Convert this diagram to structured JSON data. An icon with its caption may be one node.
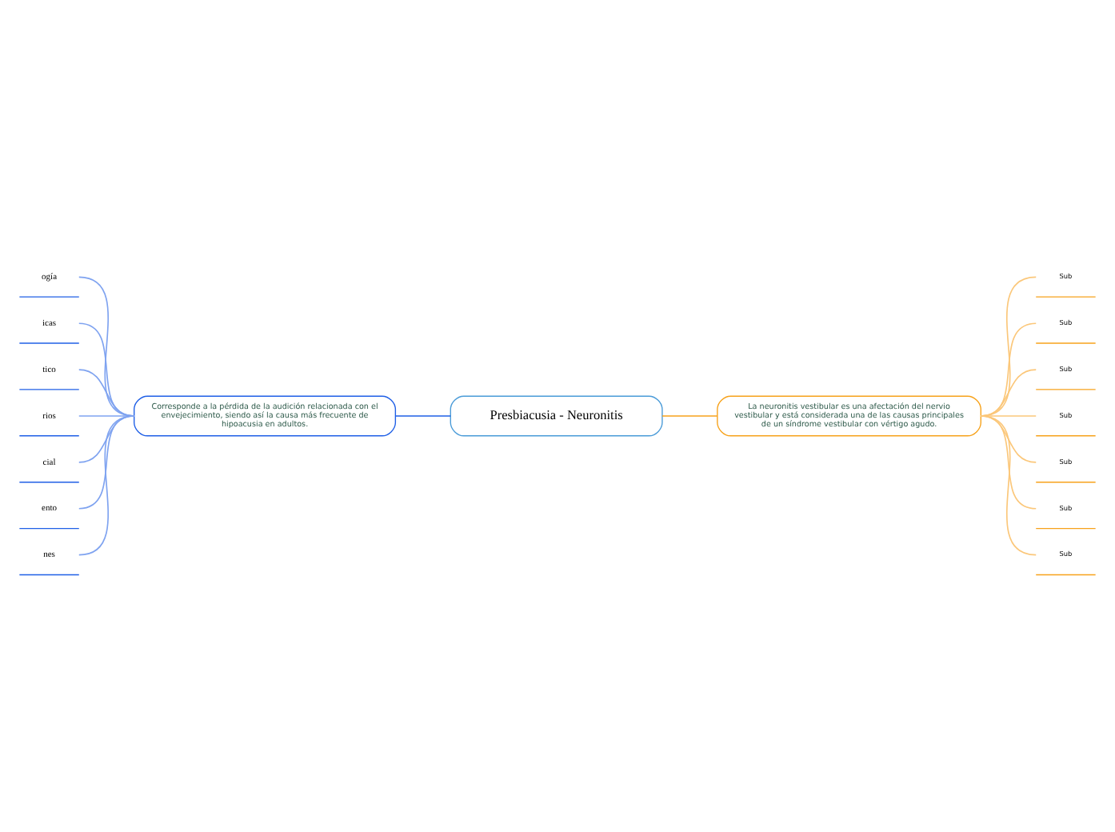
{
  "diagram": {
    "nodes": [
      {
        "text": [
          "Presbiacusia - Neuronitis"
        ]
      },
      {
        "text": [
          "Corresponde a la pérdida de la audición relacionada con el envejecimiento, siendo así la causa más frecuente de hipoacusia en adultos."
        ]
      },
      {
        "text": [
          "La neuronitis vestibular es una afectación del nervio vestibular y está considerada una de las causas principales de un síndrome vestibular con vértigo agudo."
        ]
      },
      {
        "text": [
          "ogía"
        ]
      },
      {
        "text": [
          "icas"
        ]
      },
      {
        "text": [
          "tico"
        ]
      },
      {
        "text": [
          "rios"
        ]
      },
      {
        "text": [
          "cial"
        ]
      },
      {
        "text": [
          "ento"
        ]
      },
      {
        "text": [
          "nes"
        ]
      },
      {
        "text": [
          "Sub"
        ]
      },
      {
        "text": [
          "Sub"
        ]
      },
      {
        "text": [
          "Sub"
        ]
      },
      {
        "text": [
          "Sub"
        ]
      },
      {
        "text": [
          "Sub"
        ]
      },
      {
        "text": [
          "Sub"
        ]
      },
      {
        "text": [
          "Sub"
        ]
      }
    ],
    "edges": [
      {
        "from": 0,
        "to": 1,
        "arrow": "none",
        "color": "#1f5fe6"
      },
      {
        "from": 0,
        "to": 2,
        "arrow": "none",
        "color": "#f7a21b"
      },
      {
        "from": 1,
        "to": 3,
        "arrow": "none",
        "color": "#7fa3f0"
      },
      {
        "from": 1,
        "to": 4,
        "arrow": "none",
        "color": "#7fa3f0"
      },
      {
        "from": 1,
        "to": 5,
        "arrow": "none",
        "color": "#7fa3f0"
      },
      {
        "from": 1,
        "to": 6,
        "arrow": "none",
        "color": "#7fa3f0"
      },
      {
        "from": 1,
        "to": 7,
        "arrow": "none",
        "color": "#7fa3f0"
      },
      {
        "from": 1,
        "to": 8,
        "arrow": "none",
        "color": "#7fa3f0"
      },
      {
        "from": 1,
        "to": 9,
        "arrow": "none",
        "color": "#7fa3f0"
      },
      {
        "from": 2,
        "to": 10,
        "arrow": "none",
        "color": "#fbc77a"
      },
      {
        "from": 2,
        "to": 11,
        "arrow": "none",
        "color": "#fbc77a"
      },
      {
        "from": 2,
        "to": 12,
        "arrow": "none",
        "color": "#fbc77a"
      },
      {
        "from": 2,
        "to": 13,
        "arrow": "none",
        "color": "#fbc77a"
      },
      {
        "from": 2,
        "to": 14,
        "arrow": "none",
        "color": "#fbc77a"
      },
      {
        "from": 2,
        "to": 15,
        "arrow": "none",
        "color": "#fbc77a"
      },
      {
        "from": 2,
        "to": 16,
        "arrow": "none",
        "color": "#fbc77a"
      }
    ]
  }
}
